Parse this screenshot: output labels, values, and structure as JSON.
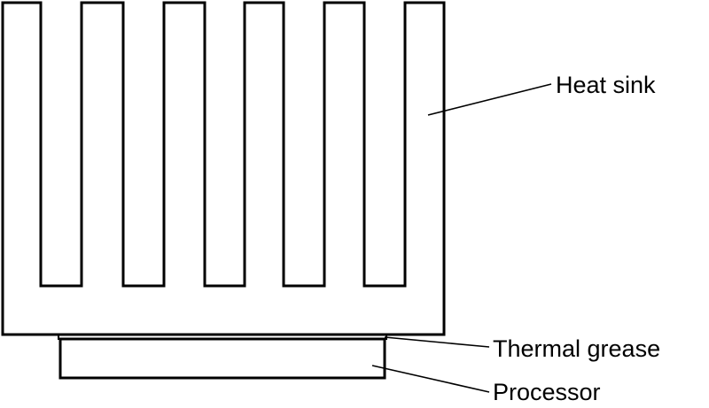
{
  "diagram": {
    "labels": {
      "heat_sink": "Heat sink",
      "thermal_grease": "Thermal grease",
      "processor": "Processor"
    },
    "colors": {
      "stroke": "#000000",
      "background": "#ffffff"
    }
  }
}
